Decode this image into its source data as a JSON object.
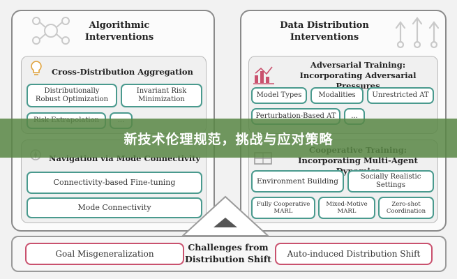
{
  "left_panel": {
    "title": "Algorithmic\nInterventions",
    "section1": {
      "title": "Cross-Distribution Aggregation",
      "boxes": [
        "Distributionally\nRobust Optimization",
        "Invariant Risk\nMinimization",
        "Risk Extrapolation",
        "..."
      ]
    },
    "section2": {
      "title": "Navigation via Mode Connectivity",
      "boxes": [
        "Connectivity-based Fine-tuning",
        "Mode Connectivity"
      ]
    }
  },
  "right_panel": {
    "title": "Data Distribution\nInterventions",
    "section1": {
      "title": "Adversarial Training:\nIncorporating Adversarial Pressures",
      "boxes": [
        "Model Types",
        "Modalities",
        "Unrestricted AT",
        "Perturbation-Based AT",
        "..."
      ]
    },
    "section2": {
      "title": "Cooperative Training:\nIncorporating Multi-Agent Dynamics",
      "boxes": [
        "Environment Building",
        "Socially Realistic\nSettings",
        "Fully Cooperative\nMARL",
        "Mixed-Motive\nMARL",
        "Zero-shot\nCoordination"
      ]
    }
  },
  "bottom": {
    "title": "Challenges from\nDistribution Shift",
    "left": "Goal Misgeneralization",
    "right": "Auto-induced Distribution Shift"
  },
  "banner": "新技术伦理规范，挑战与应对策略",
  "colors": {
    "teal": "#4a9a8e",
    "pink": "#c9516e",
    "banner": "#5a8746"
  }
}
